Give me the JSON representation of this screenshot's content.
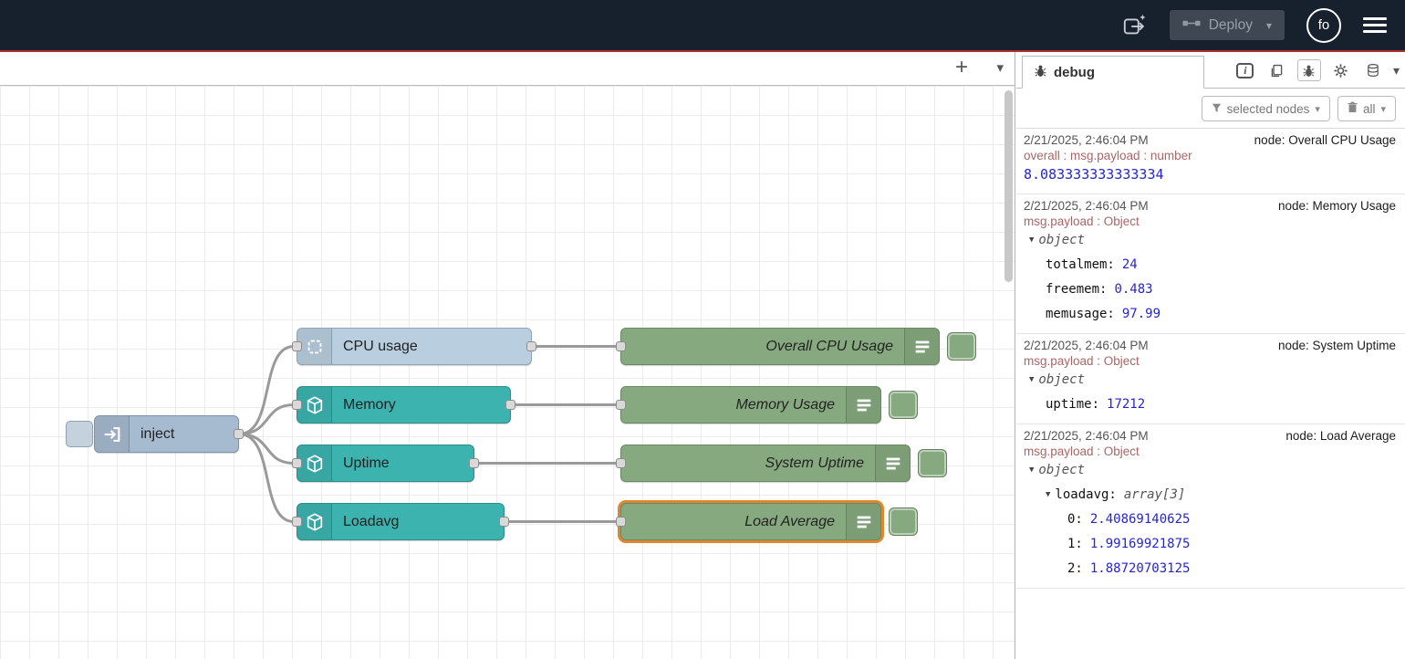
{
  "icons": {
    "plus": "+",
    "chevron": "▾",
    "collapse": "▼",
    "info": "i"
  },
  "colors": {
    "header_bg": "#17202d",
    "accent_line": "#ab3232",
    "inject_node": "#a6bbcf",
    "cpu_node": "#b9cede",
    "os_node": "#3db3af",
    "debug_node": "#87a980",
    "selection": "#e0862f",
    "wire": "#9a9a9a",
    "debug_value_blue": "#2525d0",
    "debug_meta_red": "#aa6666"
  },
  "header": {
    "deploy_label": "Deploy",
    "user_initials": "fo"
  },
  "canvas": {
    "nodes": [
      {
        "label": "inject"
      },
      {
        "label": "CPU usage"
      },
      {
        "label": "Memory"
      },
      {
        "label": "Uptime"
      },
      {
        "label": "Loadavg"
      },
      {
        "label": "Overall CPU Usage"
      },
      {
        "label": "Memory Usage"
      },
      {
        "label": "System Uptime"
      },
      {
        "label": "Load Average",
        "selected": true
      }
    ]
  },
  "sidebar": {
    "tab_label": "debug",
    "filter_button_label": "selected nodes",
    "clear_button_label": "all",
    "messages": [
      {
        "timestamp": "2/21/2025, 2:46:04 PM",
        "source": "node: Overall CPU Usage",
        "meta": "overall : msg.payload : number",
        "value": "8.083333333333334"
      },
      {
        "timestamp": "2/21/2025, 2:46:04 PM",
        "source": "node: Memory Usage",
        "meta": "msg.payload : Object",
        "root_label": "object",
        "entries": [
          {
            "key": "totalmem:",
            "value": "24"
          },
          {
            "key": "freemem:",
            "value": "0.483"
          },
          {
            "key": "memusage:",
            "value": "97.99"
          }
        ]
      },
      {
        "timestamp": "2/21/2025, 2:46:04 PM",
        "source": "node: System Uptime",
        "meta": "msg.payload : Object",
        "root_label": "object",
        "entries": [
          {
            "key": "uptime:",
            "value": "17212"
          }
        ]
      },
      {
        "timestamp": "2/21/2025, 2:46:04 PM",
        "source": "node: Load Average",
        "meta": "msg.payload : Object",
        "root_label": "object",
        "array_key": "loadavg:",
        "array_type": "array[3]",
        "entries": [
          {
            "key": "0:",
            "value": "2.40869140625"
          },
          {
            "key": "1:",
            "value": "1.99169921875"
          },
          {
            "key": "2:",
            "value": "1.88720703125"
          }
        ]
      }
    ]
  }
}
